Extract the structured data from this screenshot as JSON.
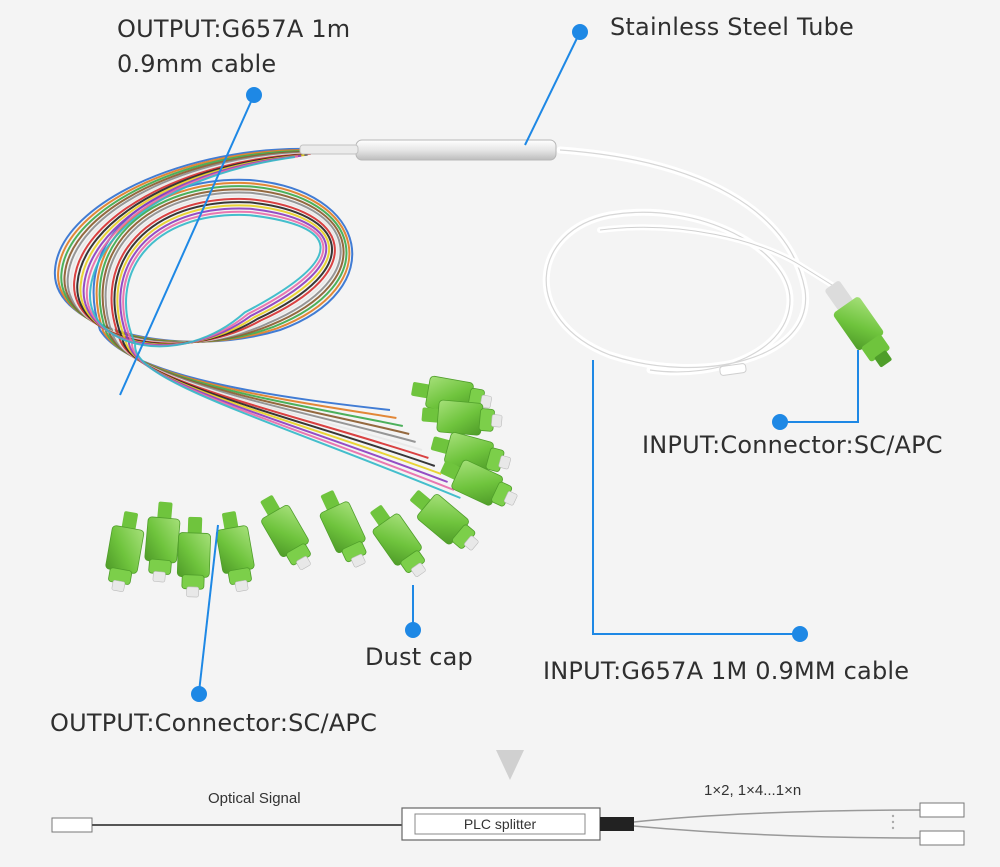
{
  "callouts": {
    "output_cable_line1": "OUTPUT:G657A 1m",
    "output_cable_line2": "0.9mm cable",
    "steel_tube": "Stainless Steel Tube",
    "input_connector": "INPUT:Connector:SC/APC",
    "dust_cap": "Dust cap",
    "input_cable": "INPUT:G657A 1M 0.9MM cable",
    "output_connector": "OUTPUT:Connector:SC/APC"
  },
  "schematic": {
    "optical_signal": "Optical Signal",
    "splitter_label": "PLC splitter",
    "ratio_label": "1×2,  1×4...1×n"
  },
  "colors": {
    "accent_blue": "#1e88e5",
    "connector_green": "#7ccf4a",
    "connector_green_dark": "#4f9e2a",
    "background": "#f4f4f4",
    "fiber_colors": [
      "#2e6fd0",
      "#e07b22",
      "#3aa84a",
      "#8a5a2b",
      "#8c8c8c",
      "#e8e8e8",
      "#d62d2d",
      "#222222",
      "#e8d021",
      "#8a3bbf",
      "#e86aa8",
      "#31b8c8"
    ]
  }
}
